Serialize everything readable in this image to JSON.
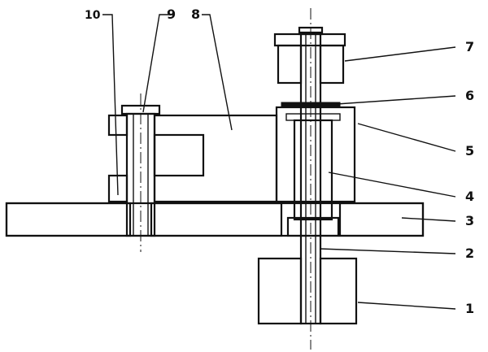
{
  "callouts": [
    {
      "id": "10",
      "label": "10"
    },
    {
      "id": "9",
      "label": "9"
    },
    {
      "id": "8",
      "label": "8"
    },
    {
      "id": "7",
      "label": "7"
    },
    {
      "id": "6",
      "label": "6"
    },
    {
      "id": "5",
      "label": "5"
    },
    {
      "id": "4",
      "label": "4"
    },
    {
      "id": "3",
      "label": "3"
    },
    {
      "id": "2",
      "label": "2"
    },
    {
      "id": "1",
      "label": "1"
    }
  ]
}
